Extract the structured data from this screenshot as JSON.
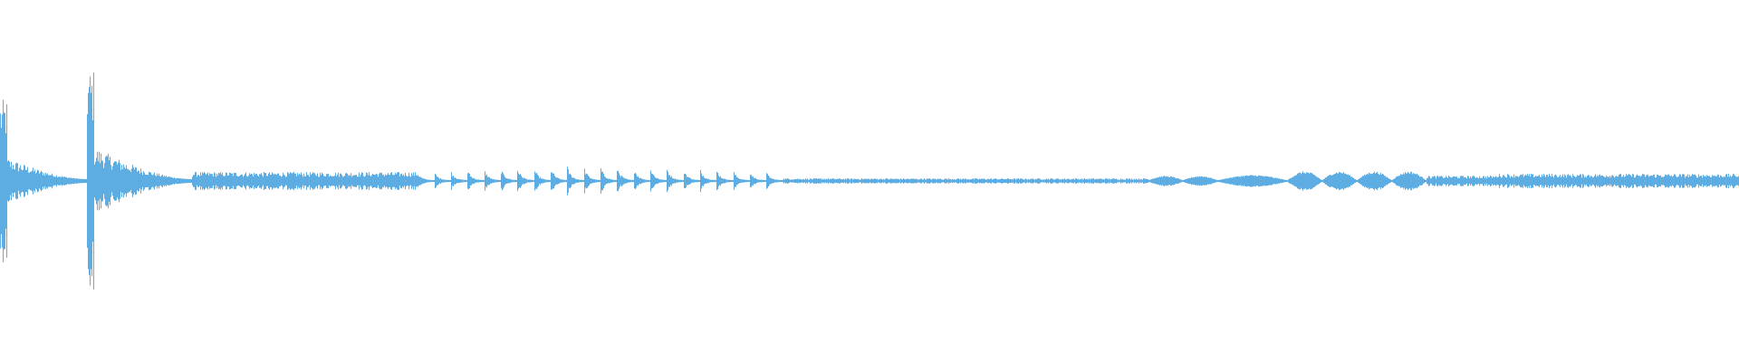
{
  "waveform": {
    "color": "#5dade2",
    "segments": [
      {
        "t0": 0.0,
        "t1": 0.004,
        "amp": 0.45,
        "kind": "burst",
        "density": 1.0
      },
      {
        "t0": 0.004,
        "t1": 0.05,
        "amp": 0.12,
        "kind": "decay",
        "density": 1.0
      },
      {
        "t0": 0.05,
        "t1": 0.054,
        "amp": 0.62,
        "kind": "burst",
        "density": 1.0
      },
      {
        "t0": 0.054,
        "t1": 0.11,
        "amp": 0.18,
        "kind": "decay",
        "density": 1.0
      },
      {
        "t0": 0.11,
        "t1": 0.24,
        "amp": 0.05,
        "kind": "steady",
        "density": 1.0
      },
      {
        "t0": 0.24,
        "t1": 0.45,
        "amp": 0.07,
        "kind": "pulses",
        "count": 22,
        "density": 1.0
      },
      {
        "t0": 0.45,
        "t1": 0.66,
        "amp": 0.015,
        "kind": "steady",
        "density": 1.0
      },
      {
        "t0": 0.66,
        "t1": 0.7,
        "amp": 0.025,
        "kind": "blobs",
        "count": 2,
        "density": 1.0
      },
      {
        "t0": 0.7,
        "t1": 0.74,
        "amp": 0.03,
        "kind": "blobs",
        "count": 1,
        "density": 1.0
      },
      {
        "t0": 0.74,
        "t1": 0.82,
        "amp": 0.05,
        "kind": "blobs",
        "count": 4,
        "density": 1.0
      },
      {
        "t0": 0.82,
        "t1": 0.86,
        "amp": 0.03,
        "kind": "steady",
        "density": 1.0
      },
      {
        "t0": 0.86,
        "t1": 1.0,
        "amp": 0.04,
        "kind": "steady",
        "density": 1.0
      }
    ]
  }
}
